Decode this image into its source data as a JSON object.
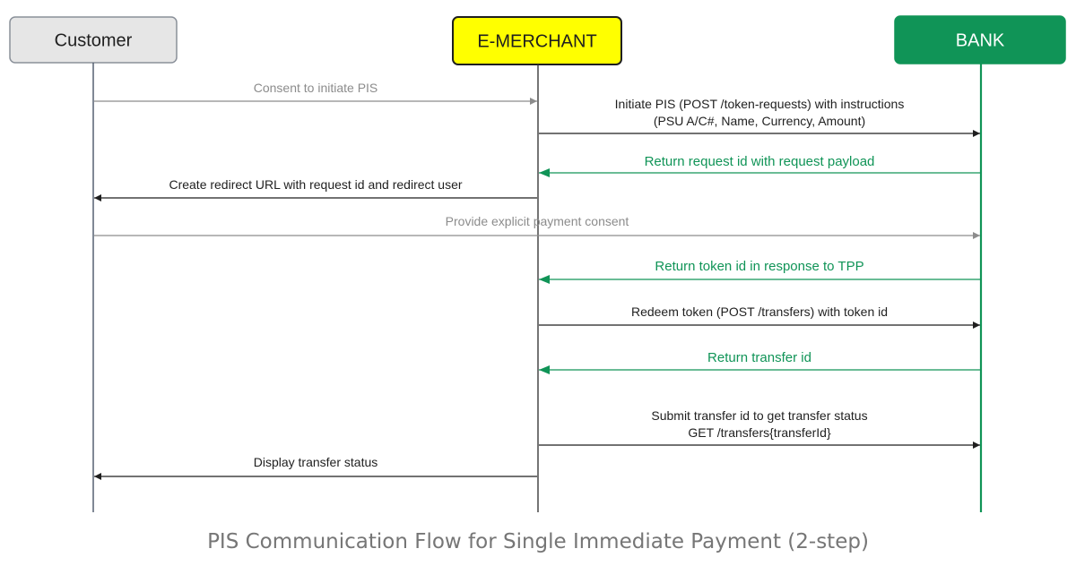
{
  "participants": [
    {
      "id": "customer",
      "label": "Customer",
      "fill": "#e6e6e6",
      "border": "#8a9099",
      "text_color": "#1f1f1f",
      "lifeline_color": "#4a5568"
    },
    {
      "id": "merchant",
      "label": "E-MERCHANT",
      "fill": "#ffff00",
      "border": "#1f1f1f",
      "text_color": "#1f1f1f",
      "lifeline_color": "#3a3a3a"
    },
    {
      "id": "bank",
      "label": "BANK",
      "fill": "#109457",
      "border": "#109457",
      "text_color": "#ffffff",
      "lifeline_color": "#109457"
    }
  ],
  "messages": [
    {
      "from": "customer",
      "to": "merchant",
      "lines": [
        "Consent to initiate PIS"
      ],
      "color": "#8c8c8c"
    },
    {
      "from": "merchant",
      "to": "bank",
      "lines": [
        "Initiate PIS (POST /token-requests) with instructions",
        "(PSU A/C#, Name, Currency, Amount)"
      ],
      "color": "#1f1f1f"
    },
    {
      "from": "bank",
      "to": "merchant",
      "lines": [
        "Return request id with request payload"
      ],
      "color": "#109457"
    },
    {
      "from": "merchant",
      "to": "customer",
      "lines": [
        "Create redirect URL with request id and redirect user"
      ],
      "color": "#1f1f1f"
    },
    {
      "from": "customer",
      "to": "bank",
      "lines": [
        "Provide explicit payment consent"
      ],
      "color": "#8c8c8c"
    },
    {
      "from": "bank",
      "to": "merchant",
      "lines": [
        "Return token id in response to TPP"
      ],
      "color": "#109457"
    },
    {
      "from": "merchant",
      "to": "bank",
      "lines": [
        "Redeem token (POST /transfers) with token id"
      ],
      "color": "#1f1f1f"
    },
    {
      "from": "bank",
      "to": "merchant",
      "lines": [
        "Return transfer id"
      ],
      "color": "#109457"
    },
    {
      "from": "merchant",
      "to": "bank",
      "lines": [
        "Submit transfer id to get transfer status",
        "GET /transfers{transferId}"
      ],
      "color": "#1f1f1f"
    },
    {
      "from": "merchant",
      "to": "customer",
      "lines": [
        "Display transfer status"
      ],
      "color": "#1f1f1f"
    }
  ],
  "caption": "PIS Communication Flow for Single Immediate Payment (2-step)"
}
